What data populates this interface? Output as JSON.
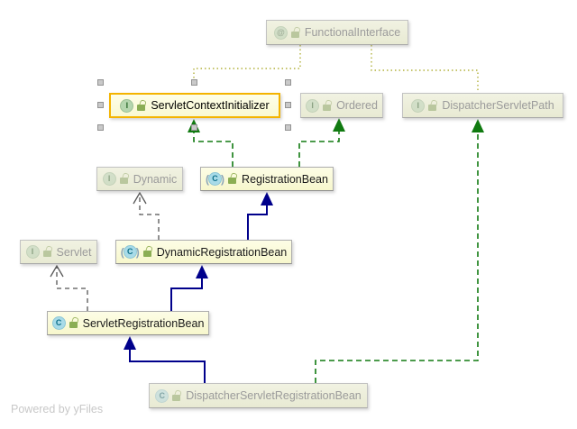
{
  "diagram": {
    "tool": "UML class diagram",
    "nodes": {
      "fi": {
        "label": "FunctionalInterface",
        "icon_letter": "@",
        "kind": "annotation",
        "state": "external"
      },
      "sci": {
        "label": "ServletContextInitializer",
        "icon_letter": "I",
        "kind": "interface",
        "state": "selected"
      },
      "ordered": {
        "label": "Ordered",
        "icon_letter": "I",
        "kind": "interface",
        "state": "external"
      },
      "dsp": {
        "label": "DispatcherServletPath",
        "icon_letter": "I",
        "kind": "interface",
        "state": "external"
      },
      "dynamic": {
        "label": "Dynamic",
        "icon_letter": "I",
        "kind": "interface",
        "state": "external"
      },
      "rb": {
        "label": "RegistrationBean",
        "icon_letter": "C",
        "kind": "abstract-class",
        "state": "focus"
      },
      "servlet": {
        "label": "Servlet",
        "icon_letter": "I",
        "kind": "interface",
        "state": "external"
      },
      "drb": {
        "label": "DynamicRegistrationBean",
        "icon_letter": "C",
        "kind": "abstract-class",
        "state": "focus"
      },
      "srb": {
        "label": "ServletRegistrationBean",
        "icon_letter": "C",
        "kind": "class",
        "state": "focus"
      },
      "dsrb": {
        "label": "DispatcherServletRegistrationBean",
        "icon_letter": "C",
        "kind": "class",
        "state": "external"
      }
    },
    "edges": [
      {
        "from": "RegistrationBean",
        "to": "ServletContextInitializer",
        "type": "implements",
        "style": "green-dashed-solid-triangle"
      },
      {
        "from": "RegistrationBean",
        "to": "Ordered",
        "type": "implements",
        "style": "green-dashed-solid-triangle"
      },
      {
        "from": "DynamicRegistrationBean",
        "to": "RegistrationBean",
        "type": "extends",
        "style": "navy-solid-solid-triangle"
      },
      {
        "from": "DynamicRegistrationBean",
        "to": "Dynamic",
        "type": "implements",
        "style": "gray-dashed-open-chevron"
      },
      {
        "from": "ServletRegistrationBean",
        "to": "DynamicRegistrationBean",
        "type": "extends",
        "style": "navy-solid-solid-triangle"
      },
      {
        "from": "ServletRegistrationBean",
        "to": "Servlet",
        "type": "implements",
        "style": "gray-dashed-open-chevron"
      },
      {
        "from": "DispatcherServletRegistrationBean",
        "to": "ServletRegistrationBean",
        "type": "extends",
        "style": "navy-solid-solid-triangle"
      },
      {
        "from": "DispatcherServletRegistrationBean",
        "to": "DispatcherServletPath",
        "type": "implements",
        "style": "green-dashed-solid-triangle"
      },
      {
        "from": "FunctionalInterface",
        "to": "ServletContextInitializer",
        "type": "annotated-by",
        "style": "olive-dotted"
      },
      {
        "from": "FunctionalInterface",
        "to": "DispatcherServletPath",
        "type": "annotated-by",
        "style": "olive-dotted"
      }
    ],
    "icons": {
      "interface": "I-green-circle",
      "class": "C-cyan-circle",
      "annotation": "@-green-circle",
      "abstract": "parentheses-around-circle",
      "visibility": "open-lock"
    },
    "colors": {
      "focus_node_fill": "#fbfbd7",
      "external_node_fill": "#eef0dc",
      "selected_border": "#f4b400",
      "extends_edge": "#00008b",
      "implements_edge": "#107a10",
      "external_implements_edge": "#555555",
      "annotation_edge": "#b2b13c",
      "external_text": "#9b9b9b",
      "watermark_text": "#c8c8c8"
    },
    "watermark": {
      "text": "Powered by yFiles"
    }
  }
}
